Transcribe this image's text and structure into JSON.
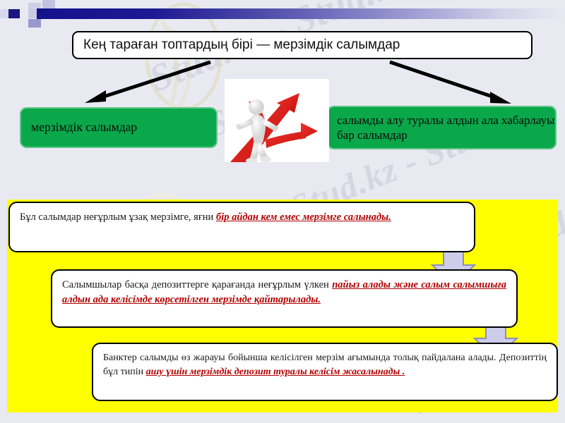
{
  "slide": {
    "background_color": "#e9e9f2",
    "highlight_panel_color": "#ffff00",
    "accent_green": "#0aa84a",
    "accent_red": "#b00000",
    "header_bar_color": "#14118c",
    "watermark_text": "Stud.kz",
    "watermark_text_alt": "Stud.kz - Stud.kz"
  },
  "title": {
    "text": "Кең тараған топтардың бірі — мерзімдік салымдар"
  },
  "categories": [
    {
      "id": "left",
      "label": "мерзімдік салымдар"
    },
    {
      "id": "right",
      "label": "салымды алу туралы алдын ала хабарлауы бар салымдар"
    }
  ],
  "center_image": {
    "name": "person-on-red-branching-arrows",
    "alt": "3D white figure standing on red branching arrows"
  },
  "facts": [
    {
      "plain_1": "Бұл салымдар неғұрлым ұзақ мерзімге, яғни ",
      "highlight": "бір айдан кем емес мерзімге салынады.",
      "plain_2": ""
    },
    {
      "plain_1": "Салымшылар басқа депозиттерге қарағанда неғұрлым үлкен ",
      "highlight": "пайыз алады және салым салымшыға алдын ада келісімде көрсетілген мерзімде қайтарылады.",
      "plain_2": ""
    },
    {
      "plain_1": "Банктер салымды өз жарауы бойынша келісілген мерзім ағымында толық пайдалана алады. Депозиттің бұл типін ",
      "highlight": "ашу үшін мерзімдік депозит туралы келісім жасалынады .",
      "plain_2": ""
    }
  ],
  "connectors": [
    {
      "name": "down-arrow-1",
      "color": "#c9caea"
    },
    {
      "name": "down-arrow-2",
      "color": "#c9caea"
    },
    {
      "name": "arrow-to-left-category",
      "color": "#000000"
    },
    {
      "name": "arrow-to-right-category",
      "color": "#000000"
    }
  ]
}
